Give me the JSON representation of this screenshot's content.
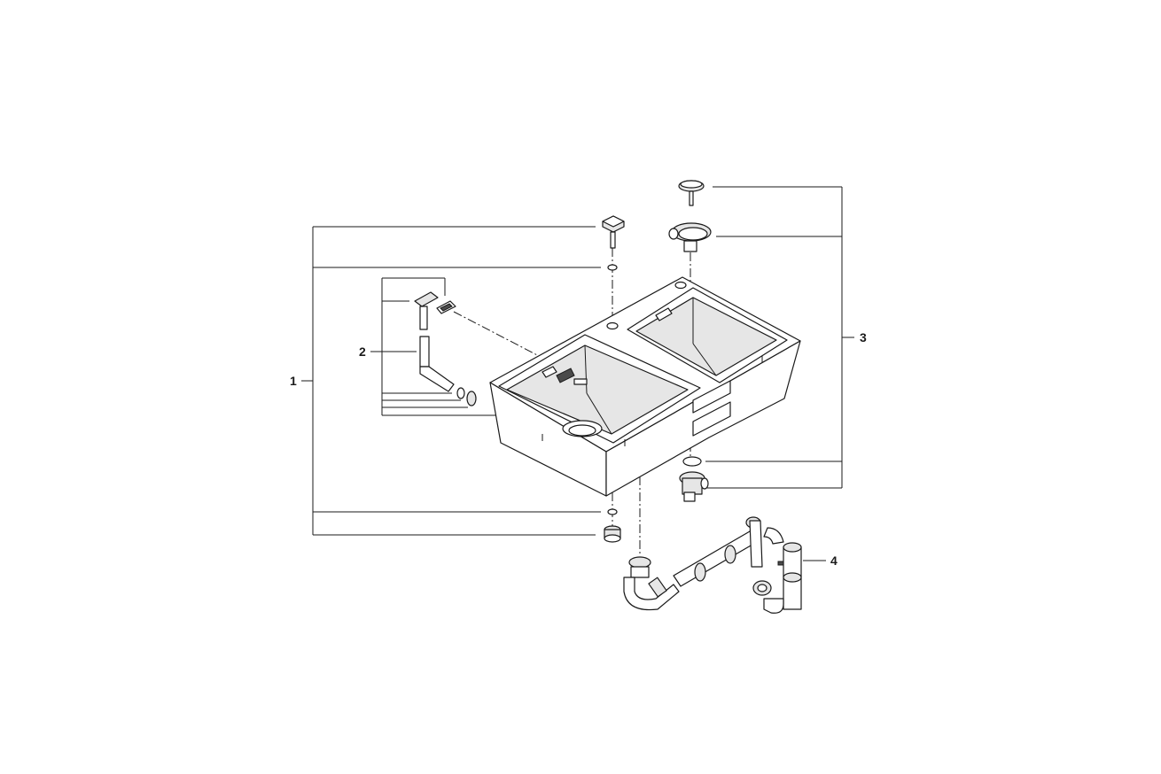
{
  "diagram": {
    "callouts": [
      {
        "id": "1",
        "label": "1"
      },
      {
        "id": "2",
        "label": "2"
      },
      {
        "id": "3",
        "label": "3"
      },
      {
        "id": "4",
        "label": "4"
      }
    ]
  },
  "colors": {
    "line": "#1a1a1a",
    "background": "#ffffff",
    "part_fill": "#e6e6e6"
  }
}
